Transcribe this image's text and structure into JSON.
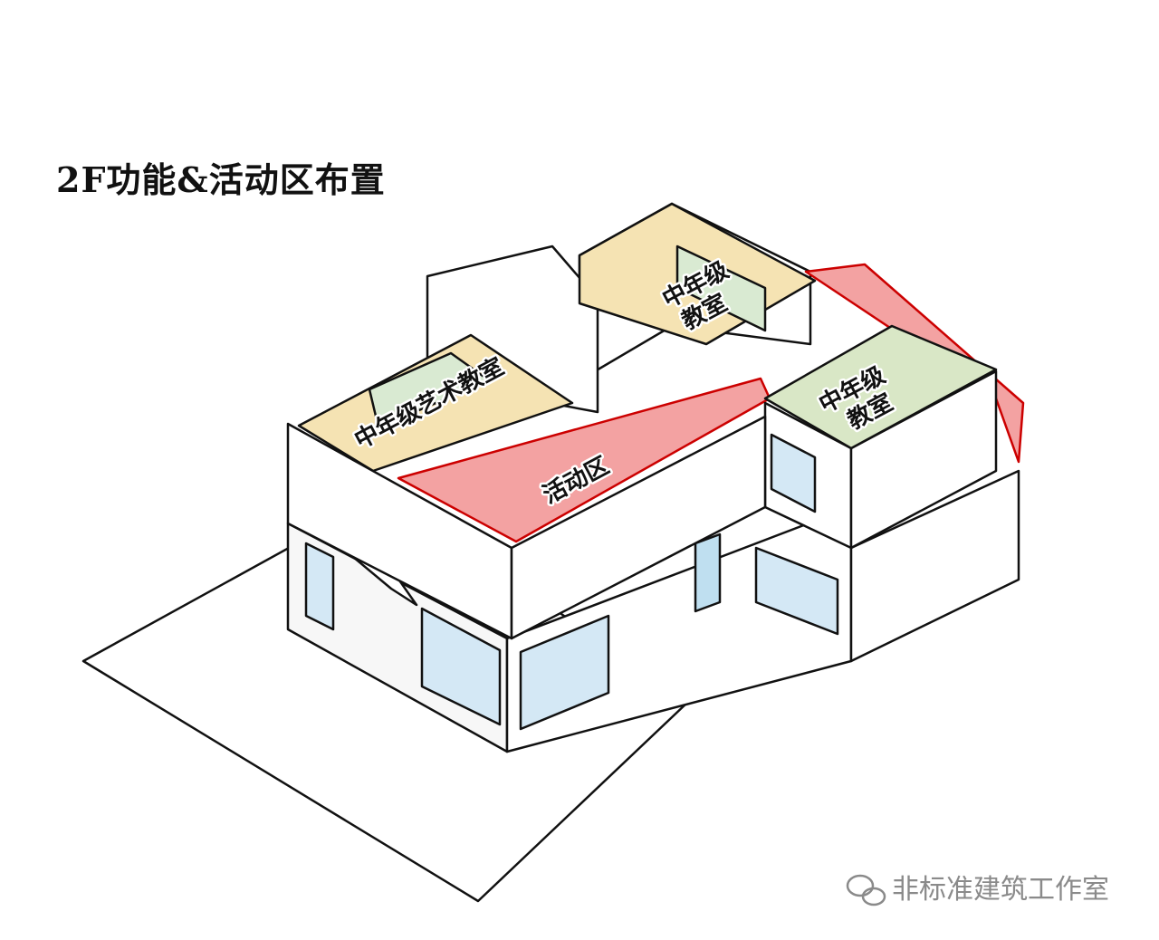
{
  "title": "2F功能&活动区布置",
  "rooms": {
    "art_room": {
      "label": "中年级艺术教室",
      "color": "#f5e3b3"
    },
    "classroom_north": {
      "line1": "中年级",
      "line2": "教室",
      "color": "#f5e3b3"
    },
    "classroom_east": {
      "line1": "中年级",
      "line2": "教室",
      "color": "#d9e7c6"
    },
    "activity_zone": {
      "label": "活动区",
      "color": "#f3a2a2"
    }
  },
  "watermark": {
    "text": "非标准建筑工作室",
    "icon": "wechat-icon"
  }
}
